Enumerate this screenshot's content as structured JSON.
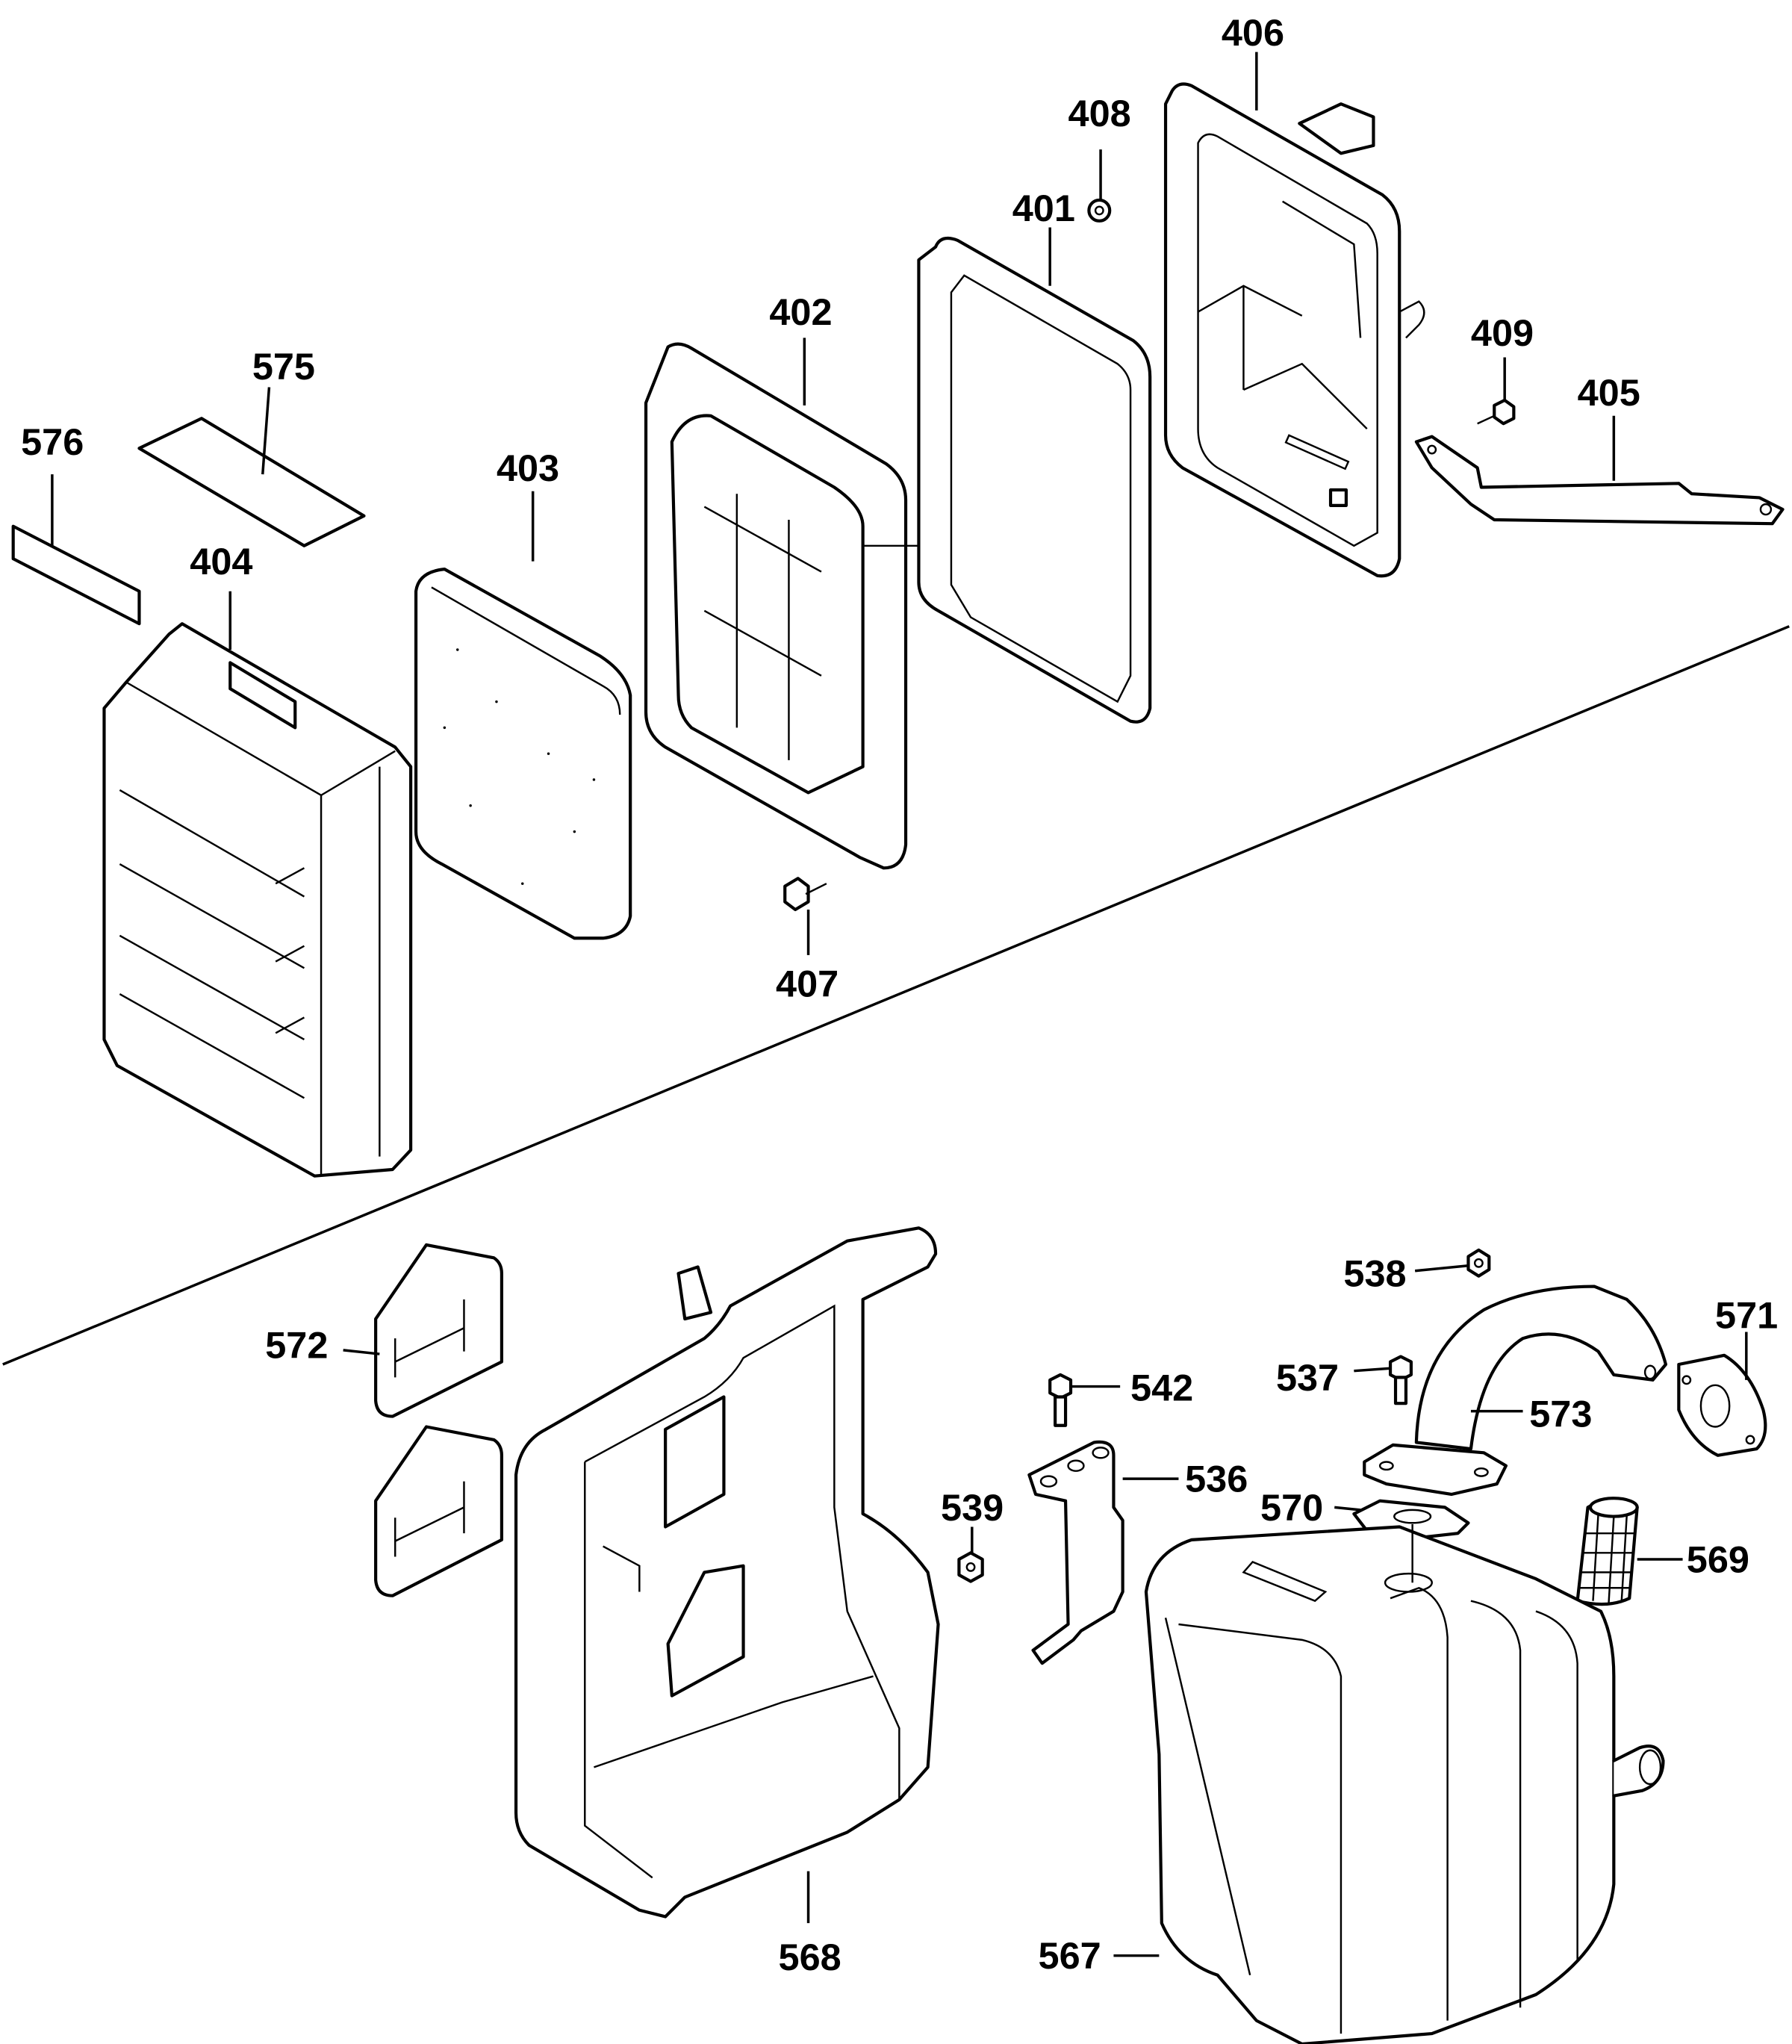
{
  "diagram": {
    "type": "exploded-parts-diagram",
    "sections": [
      {
        "name": "air-cleaner-assembly",
        "parts": [
          {
            "number": "576",
            "part": "label-sticker"
          },
          {
            "number": "575",
            "part": "label-sticker"
          },
          {
            "number": "404",
            "part": "air-cleaner-cover"
          },
          {
            "number": "403",
            "part": "foam-filter-element"
          },
          {
            "number": "402",
            "part": "filter-frame"
          },
          {
            "number": "401",
            "part": "gasket"
          },
          {
            "number": "408",
            "part": "nut"
          },
          {
            "number": "406",
            "part": "air-cleaner-base"
          },
          {
            "number": "409",
            "part": "bolt"
          },
          {
            "number": "405",
            "part": "bracket"
          },
          {
            "number": "407",
            "part": "bolt"
          }
        ]
      },
      {
        "name": "muffler-assembly",
        "parts": [
          {
            "number": "572",
            "part": "heat-shield-plate"
          },
          {
            "number": "568",
            "part": "muffler-cover"
          },
          {
            "number": "539",
            "part": "nut"
          },
          {
            "number": "542",
            "part": "bolt"
          },
          {
            "number": "536",
            "part": "muffler-bracket"
          },
          {
            "number": "538",
            "part": "nut"
          },
          {
            "number": "537",
            "part": "bolt"
          },
          {
            "number": "573",
            "part": "exhaust-pipe"
          },
          {
            "number": "571",
            "part": "exhaust-gasket"
          },
          {
            "number": "570",
            "part": "muffler-gasket"
          },
          {
            "number": "569",
            "part": "spark-arrester-screen"
          },
          {
            "number": "567",
            "part": "muffler"
          }
        ]
      }
    ],
    "colors": {
      "ink": "#000000",
      "paper": "#ffffff"
    }
  }
}
